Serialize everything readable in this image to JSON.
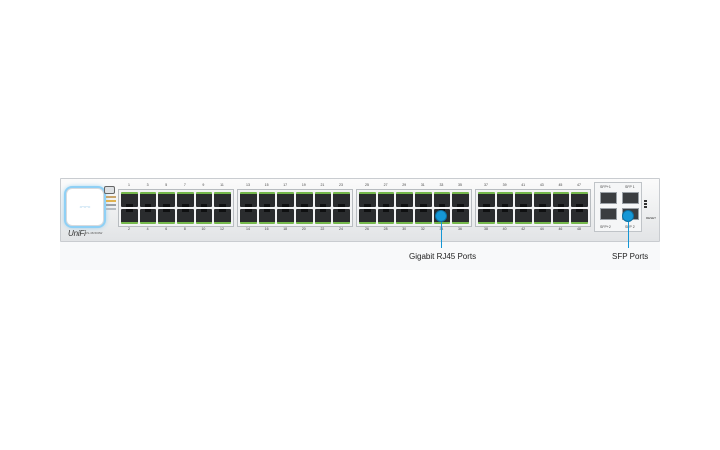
{
  "callouts": {
    "rj45": "Gigabit RJ45 Ports",
    "sfp": "SFP Ports"
  },
  "device": {
    "logo": "UniFi",
    "model": "US-48-500W"
  },
  "port_numbers": {
    "top": [
      [
        "1",
        "3",
        "5",
        "7",
        "9",
        "11"
      ],
      [
        "13",
        "15",
        "17",
        "19",
        "21",
        "23"
      ],
      [
        "25",
        "27",
        "29",
        "31",
        "33",
        "35"
      ],
      [
        "37",
        "39",
        "41",
        "43",
        "45",
        "47"
      ]
    ],
    "bottom": [
      [
        "2",
        "4",
        "6",
        "8",
        "10",
        "12"
      ],
      [
        "14",
        "16",
        "18",
        "20",
        "22",
        "24"
      ],
      [
        "26",
        "28",
        "30",
        "32",
        "34",
        "36"
      ],
      [
        "38",
        "40",
        "42",
        "44",
        "46",
        "48"
      ]
    ]
  },
  "sfp_labels": {
    "top_left": "SFP+1",
    "top_right": "SFP 1",
    "bottom_left": "SFP+2",
    "bottom_right": "SFP 2"
  },
  "reset_label": "RESET",
  "colors": {
    "accent": "#1597d6",
    "link_led": "#75b84c"
  }
}
